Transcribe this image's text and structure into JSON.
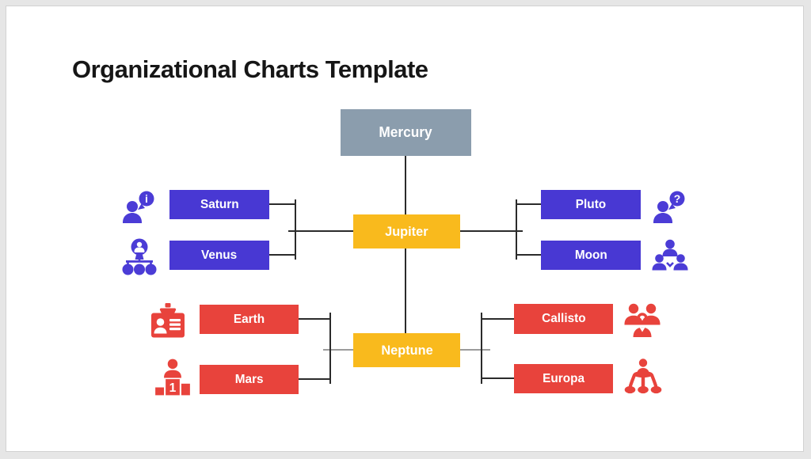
{
  "slide": {
    "title": "Organizational Charts Template"
  },
  "nodes": {
    "mercury": {
      "label": "Mercury",
      "color": "#8B9DAD"
    },
    "jupiter": {
      "label": "Jupiter",
      "color": "#F9BA1D"
    },
    "neptune": {
      "label": "Neptune",
      "color": "#F9BA1D"
    },
    "saturn": {
      "label": "Saturn",
      "color": "#4838D3",
      "icon": "person-info-icon"
    },
    "venus": {
      "label": "Venus",
      "color": "#4838D3",
      "icon": "person-hierarchy-icon"
    },
    "pluto": {
      "label": "Pluto",
      "color": "#4838D3",
      "icon": "person-question-icon"
    },
    "moon": {
      "label": "Moon",
      "color": "#4838D3",
      "icon": "team-of-three-icon"
    },
    "earth": {
      "label": "Earth",
      "color": "#E8433C",
      "icon": "id-badge-icon"
    },
    "mars": {
      "label": "Mars",
      "color": "#E8433C",
      "icon": "podium-winner-icon"
    },
    "callisto": {
      "label": "Callisto",
      "color": "#E8433C",
      "icon": "people-group-icon"
    },
    "europa": {
      "label": "Europa",
      "color": "#E8433C",
      "icon": "delegation-icon"
    }
  },
  "icon_glyphs": {
    "info": "i",
    "question": "?",
    "rank": "1"
  },
  "colors": {
    "connector": "#2b2b2b",
    "connector_gray": "#9b9b9b",
    "slide_background": "#ffffff",
    "canvas_background": "#e6e6e6"
  }
}
